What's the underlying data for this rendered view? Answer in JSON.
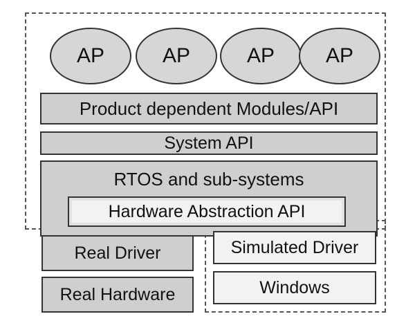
{
  "applications": [
    "AP",
    "AP",
    "AP",
    "AP"
  ],
  "layers": {
    "product_modules": "Product dependent Modules/API",
    "system_api": "System API",
    "rtos": "RTOS and sub-systems",
    "hal": "Hardware Abstraction API"
  },
  "real_side": {
    "driver": "Real Driver",
    "hardware": "Real Hardware"
  },
  "simulated_side": {
    "driver": "Simulated Driver",
    "platform": "Windows"
  }
}
